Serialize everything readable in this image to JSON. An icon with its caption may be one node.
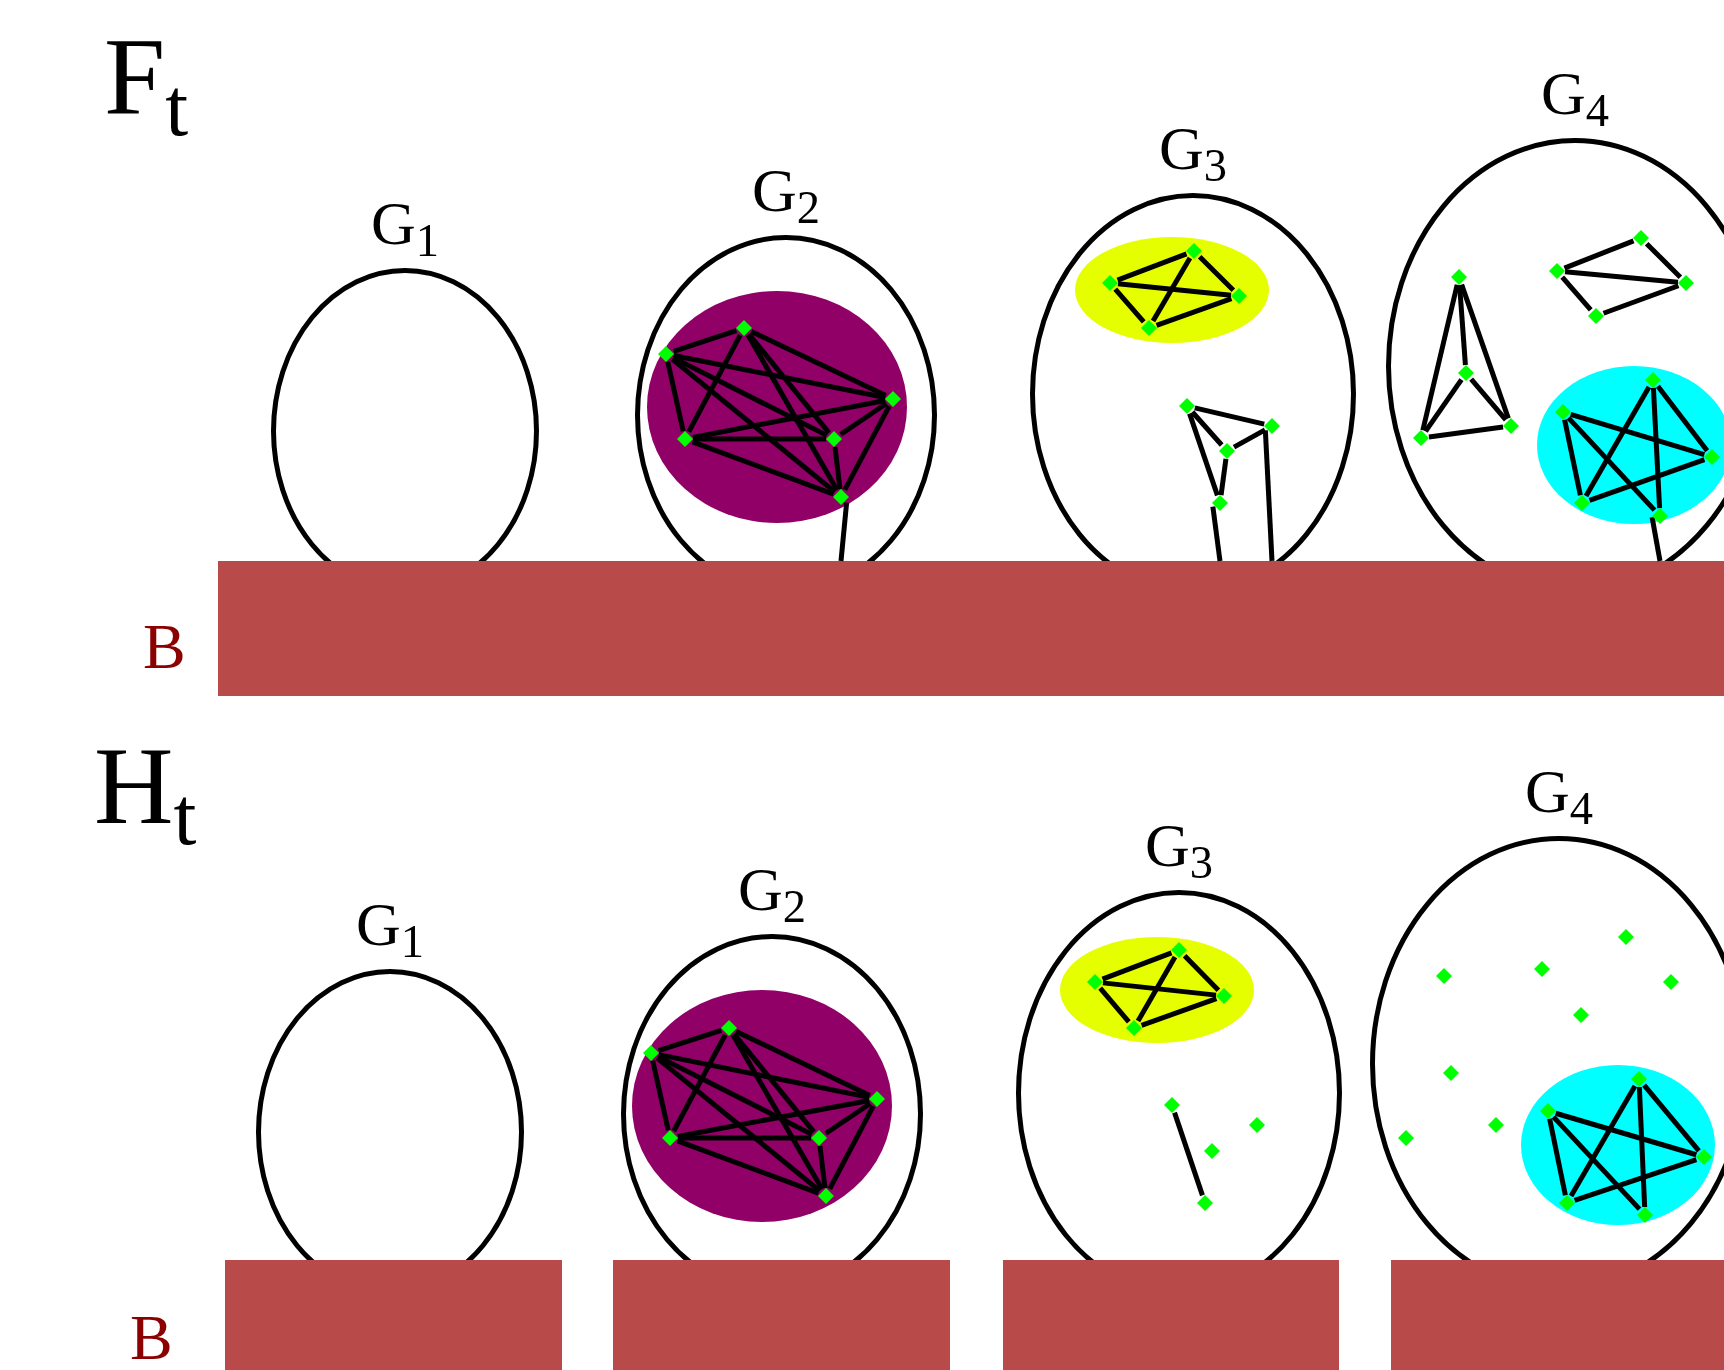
{
  "diagram": {
    "nodes": [
      {
        "text": [
          "G$_{1}$"
        ]
      },
      {
        "text": [
          "G$_{2}$"
        ]
      },
      {
        "text": [],
        "shape": "ellipse",
        "in": 1
      },
      {
        "text": [],
        "shape": "diamond",
        "in": 2
      },
      {
        "text": [],
        "shape": "diamond",
        "in": 2
      },
      {
        "text": [],
        "shape": "diamond",
        "in": 2
      },
      {
        "text": [],
        "shape": "diamond",
        "in": 2
      },
      {
        "text": [],
        "shape": "diamond",
        "in": 2
      },
      {
        "text": [],
        "shape": "diamond",
        "in": 2
      },
      {
        "text": [
          "G$_{3}$"
        ]
      },
      {
        "text": [],
        "shape": "ellipse",
        "in": 9
      },
      {
        "text": [],
        "shape": "diamond",
        "in": 10
      },
      {
        "text": [],
        "shape": "diamond",
        "in": 10
      },
      {
        "text": [],
        "shape": "diamond",
        "in": 10
      },
      {
        "text": [],
        "shape": "diamond",
        "in": 10
      },
      {
        "text": [],
        "shape": "diamond",
        "in": 9
      },
      {
        "text": [],
        "shape": "diamond",
        "in": 9
      },
      {
        "text": [],
        "shape": "diamond",
        "in": 9
      },
      {
        "text": [],
        "shape": "diamond",
        "in": 9
      },
      {
        "text": [
          "G$_{4}$"
        ]
      },
      {
        "text": [],
        "shape": "diamond",
        "in": 19
      },
      {
        "text": [],
        "shape": "diamond",
        "in": 19
      },
      {
        "text": [],
        "shape": "diamond",
        "in": 19
      },
      {
        "text": [],
        "shape": "diamond",
        "in": 19
      },
      {
        "text": [],
        "shape": "diamond",
        "in": 19
      },
      {
        "text": [],
        "shape": "diamond",
        "in": 19
      },
      {
        "text": [],
        "shape": "diamond",
        "in": 19
      },
      {
        "text": [],
        "shape": "diamond",
        "in": 19
      },
      {
        "text": [],
        "shape": "ellipse",
        "in": 19
      },
      {
        "text": [],
        "shape": "diamond",
        "in": 28
      },
      {
        "text": [],
        "shape": "diamond",
        "in": 28
      },
      {
        "text": [],
        "shape": "diamond",
        "in": 28
      },
      {
        "text": [],
        "shape": "diamond",
        "in": 28
      },
      {
        "text": [],
        "shape": "diamond",
        "in": 28
      },
      {
        "text": [],
        "shape": "bar"
      },
      {
        "text": [
          "G$_{1}$"
        ]
      },
      {
        "text": [
          "G$_{2}$"
        ]
      },
      {
        "text": [],
        "shape": "ellipse",
        "in": 36
      },
      {
        "text": [],
        "shape": "diamond",
        "in": 37
      },
      {
        "text": [],
        "shape": "diamond",
        "in": 37
      },
      {
        "text": [],
        "shape": "diamond",
        "in": 37
      },
      {
        "text": [],
        "shape": "diamond",
        "in": 37
      },
      {
        "text": [],
        "shape": "diamond",
        "in": 37
      },
      {
        "text": [],
        "shape": "diamond",
        "in": 37
      },
      {
        "text": [
          "G$_{3}$"
        ]
      },
      {
        "text": [],
        "shape": "ellipse",
        "in": 44
      },
      {
        "text": [],
        "shape": "diamond",
        "in": 45
      },
      {
        "text": [],
        "shape": "diamond",
        "in": 45
      },
      {
        "text": [],
        "shape": "diamond",
        "in": 45
      },
      {
        "text": [],
        "shape": "diamond",
        "in": 45
      },
      {
        "text": [],
        "shape": "diamond",
        "in": 44
      },
      {
        "text": [],
        "shape": "diamond",
        "in": 44
      },
      {
        "text": [],
        "shape": "diamond",
        "in": 44
      },
      {
        "text": [],
        "shape": "diamond",
        "in": 44
      },
      {
        "text": [
          "G$_{4}$"
        ]
      },
      {
        "text": [],
        "shape": "diamond",
        "in": 54
      },
      {
        "text": [],
        "shape": "diamond",
        "in": 54
      },
      {
        "text": [],
        "shape": "diamond",
        "in": 54
      },
      {
        "text": [],
        "shape": "diamond",
        "in": 54
      },
      {
        "text": [],
        "shape": "diamond",
        "in": 54
      },
      {
        "text": [],
        "shape": "diamond",
        "in": 54
      },
      {
        "text": [],
        "shape": "diamond",
        "in": 54
      },
      {
        "text": [],
        "shape": "diamond",
        "in": 54
      },
      {
        "text": [],
        "shape": "ellipse",
        "in": 54
      },
      {
        "text": [],
        "shape": "diamond",
        "in": 63
      },
      {
        "text": [],
        "shape": "diamond",
        "in": 63
      },
      {
        "text": [],
        "shape": "diamond",
        "in": 63
      },
      {
        "text": [],
        "shape": "diamond",
        "in": 63
      },
      {
        "text": [],
        "shape": "diamond",
        "in": 63
      },
      {
        "text": [],
        "shape": "bar"
      },
      {
        "text": [],
        "shape": "bar"
      },
      {
        "text": [],
        "shape": "bar"
      },
      {
        "text": [],
        "shape": "bar"
      }
    ],
    "edges": [
      {
        "from": 3,
        "to": 4,
        "arrow": "none"
      },
      {
        "from": 3,
        "to": 5,
        "arrow": "none"
      },
      {
        "from": 3,
        "to": 6,
        "arrow": "none"
      },
      {
        "from": 3,
        "to": 7,
        "arrow": "none"
      },
      {
        "from": 3,
        "to": 8,
        "arrow": "none"
      },
      {
        "from": 4,
        "to": 5,
        "arrow": "none"
      },
      {
        "from": 4,
        "to": 6,
        "arrow": "none"
      },
      {
        "from": 4,
        "to": 7,
        "arrow": "none"
      },
      {
        "from": 4,
        "to": 8,
        "arrow": "none"
      },
      {
        "from": 5,
        "to": 6,
        "arrow": "none"
      },
      {
        "from": 5,
        "to": 7,
        "arrow": "none"
      },
      {
        "from": 5,
        "to": 8,
        "arrow": "none"
      },
      {
        "from": 6,
        "to": 7,
        "arrow": "none"
      },
      {
        "from": 6,
        "to": 8,
        "arrow": "none"
      },
      {
        "from": 7,
        "to": 8,
        "arrow": "none"
      },
      {
        "from": 8,
        "to": 34,
        "arrow": "none"
      },
      {
        "from": 11,
        "to": 12,
        "arrow": "none"
      },
      {
        "from": 12,
        "to": 13,
        "arrow": "none"
      },
      {
        "from": 11,
        "to": 13,
        "arrow": "none"
      },
      {
        "from": 11,
        "to": 14,
        "arrow": "none"
      },
      {
        "from": 12,
        "to": 14,
        "arrow": "none"
      },
      {
        "from": 14,
        "to": 13,
        "arrow": "none"
      },
      {
        "from": 15,
        "to": 16,
        "arrow": "none"
      },
      {
        "from": 15,
        "to": 17,
        "arrow": "none"
      },
      {
        "from": 15,
        "to": 18,
        "arrow": "none"
      },
      {
        "from": 16,
        "to": 17,
        "arrow": "none"
      },
      {
        "from": 17,
        "to": 18,
        "arrow": "none"
      },
      {
        "from": 18,
        "to": 34,
        "arrow": "none"
      },
      {
        "from": 16,
        "to": 34,
        "arrow": "none"
      },
      {
        "from": 20,
        "to": 21,
        "arrow": "none"
      },
      {
        "from": 20,
        "to": 22,
        "arrow": "none"
      },
      {
        "from": 20,
        "to": 23,
        "arrow": "none"
      },
      {
        "from": 21,
        "to": 22,
        "arrow": "none"
      },
      {
        "from": 21,
        "to": 23,
        "arrow": "none"
      },
      {
        "from": 22,
        "to": 23,
        "arrow": "none"
      },
      {
        "from": 24,
        "to": 25,
        "arrow": "none"
      },
      {
        "from": 25,
        "to": 26,
        "arrow": "none"
      },
      {
        "from": 24,
        "to": 26,
        "arrow": "none"
      },
      {
        "from": 24,
        "to": 27,
        "arrow": "none"
      },
      {
        "from": 27,
        "to": 26,
        "arrow": "none"
      },
      {
        "from": 29,
        "to": 31,
        "arrow": "none"
      },
      {
        "from": 29,
        "to": 32,
        "arrow": "none"
      },
      {
        "from": 29,
        "to": 33,
        "arrow": "none"
      },
      {
        "from": 30,
        "to": 31,
        "arrow": "none"
      },
      {
        "from": 30,
        "to": 32,
        "arrow": "none"
      },
      {
        "from": 30,
        "to": 33,
        "arrow": "none"
      },
      {
        "from": 32,
        "to": 31,
        "arrow": "none"
      },
      {
        "from": 33,
        "to": 34,
        "arrow": "none"
      },
      {
        "from": 38,
        "to": 39,
        "arrow": "none"
      },
      {
        "from": 38,
        "to": 40,
        "arrow": "none"
      },
      {
        "from": 38,
        "to": 41,
        "arrow": "none"
      },
      {
        "from": 38,
        "to": 42,
        "arrow": "none"
      },
      {
        "from": 38,
        "to": 43,
        "arrow": "none"
      },
      {
        "from": 39,
        "to": 40,
        "arrow": "none"
      },
      {
        "from": 39,
        "to": 41,
        "arrow": "none"
      },
      {
        "from": 39,
        "to": 42,
        "arrow": "none"
      },
      {
        "from": 39,
        "to": 43,
        "arrow": "none"
      },
      {
        "from": 40,
        "to": 41,
        "arrow": "none"
      },
      {
        "from": 40,
        "to": 42,
        "arrow": "none"
      },
      {
        "from": 40,
        "to": 43,
        "arrow": "none"
      },
      {
        "from": 41,
        "to": 42,
        "arrow": "none"
      },
      {
        "from": 41,
        "to": 43,
        "arrow": "none"
      },
      {
        "from": 42,
        "to": 43,
        "arrow": "none"
      },
      {
        "from": 46,
        "to": 47,
        "arrow": "none"
      },
      {
        "from": 47,
        "to": 48,
        "arrow": "none"
      },
      {
        "from": 46,
        "to": 48,
        "arrow": "none"
      },
      {
        "from": 46,
        "to": 49,
        "arrow": "none"
      },
      {
        "from": 47,
        "to": 49,
        "arrow": "none"
      },
      {
        "from": 49,
        "to": 48,
        "arrow": "none"
      },
      {
        "from": 50,
        "to": 53,
        "arrow": "none"
      },
      {
        "from": 64,
        "to": 66,
        "arrow": "none"
      },
      {
        "from": 64,
        "to": 67,
        "arrow": "none"
      },
      {
        "from": 64,
        "to": 68,
        "arrow": "none"
      },
      {
        "from": 65,
        "to": 66,
        "arrow": "none"
      },
      {
        "from": 65,
        "to": 67,
        "arrow": "none"
      },
      {
        "from": 65,
        "to": 68,
        "arrow": "none"
      },
      {
        "from": 67,
        "to": 66,
        "arrow": "none"
      }
    ],
    "labels": [
      "F$_{t}$",
      "B",
      "H$_{t}$",
      "B"
    ]
  }
}
